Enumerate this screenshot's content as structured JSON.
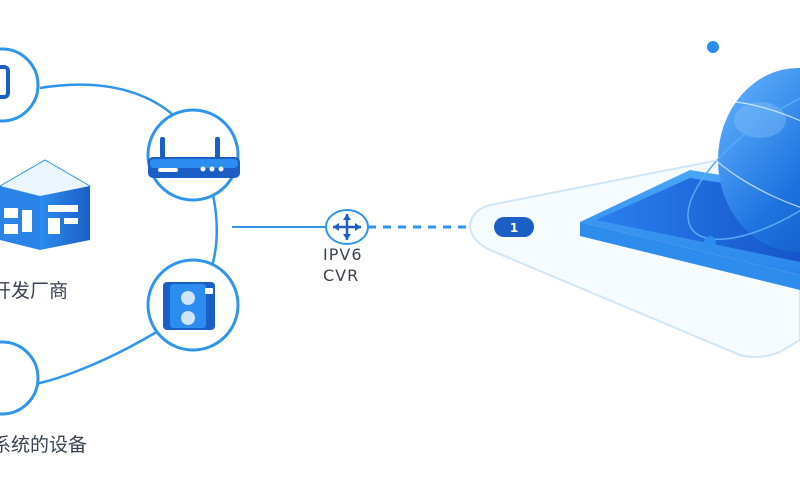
{
  "labels": {
    "developer_caption": "开发厂商",
    "devices_caption": "系统的设备",
    "router_line1": "IPV6",
    "router_line2": "CVR",
    "link_badge": "1"
  },
  "icons": {
    "top_left": "monitor-icon",
    "building": "building-icon",
    "router": "router-icon",
    "device": "device-icon",
    "bottom_left": "device-circle-icon",
    "switch": "ipv6-router-icon",
    "platform": "globe-platform-icon"
  },
  "colors": {
    "line_blue": "#2f95ec",
    "dark_blue": "#1b5fc6",
    "light_blue": "#dff0fc",
    "platform_outline": "#cfe6f8",
    "text": "#3a4150"
  }
}
